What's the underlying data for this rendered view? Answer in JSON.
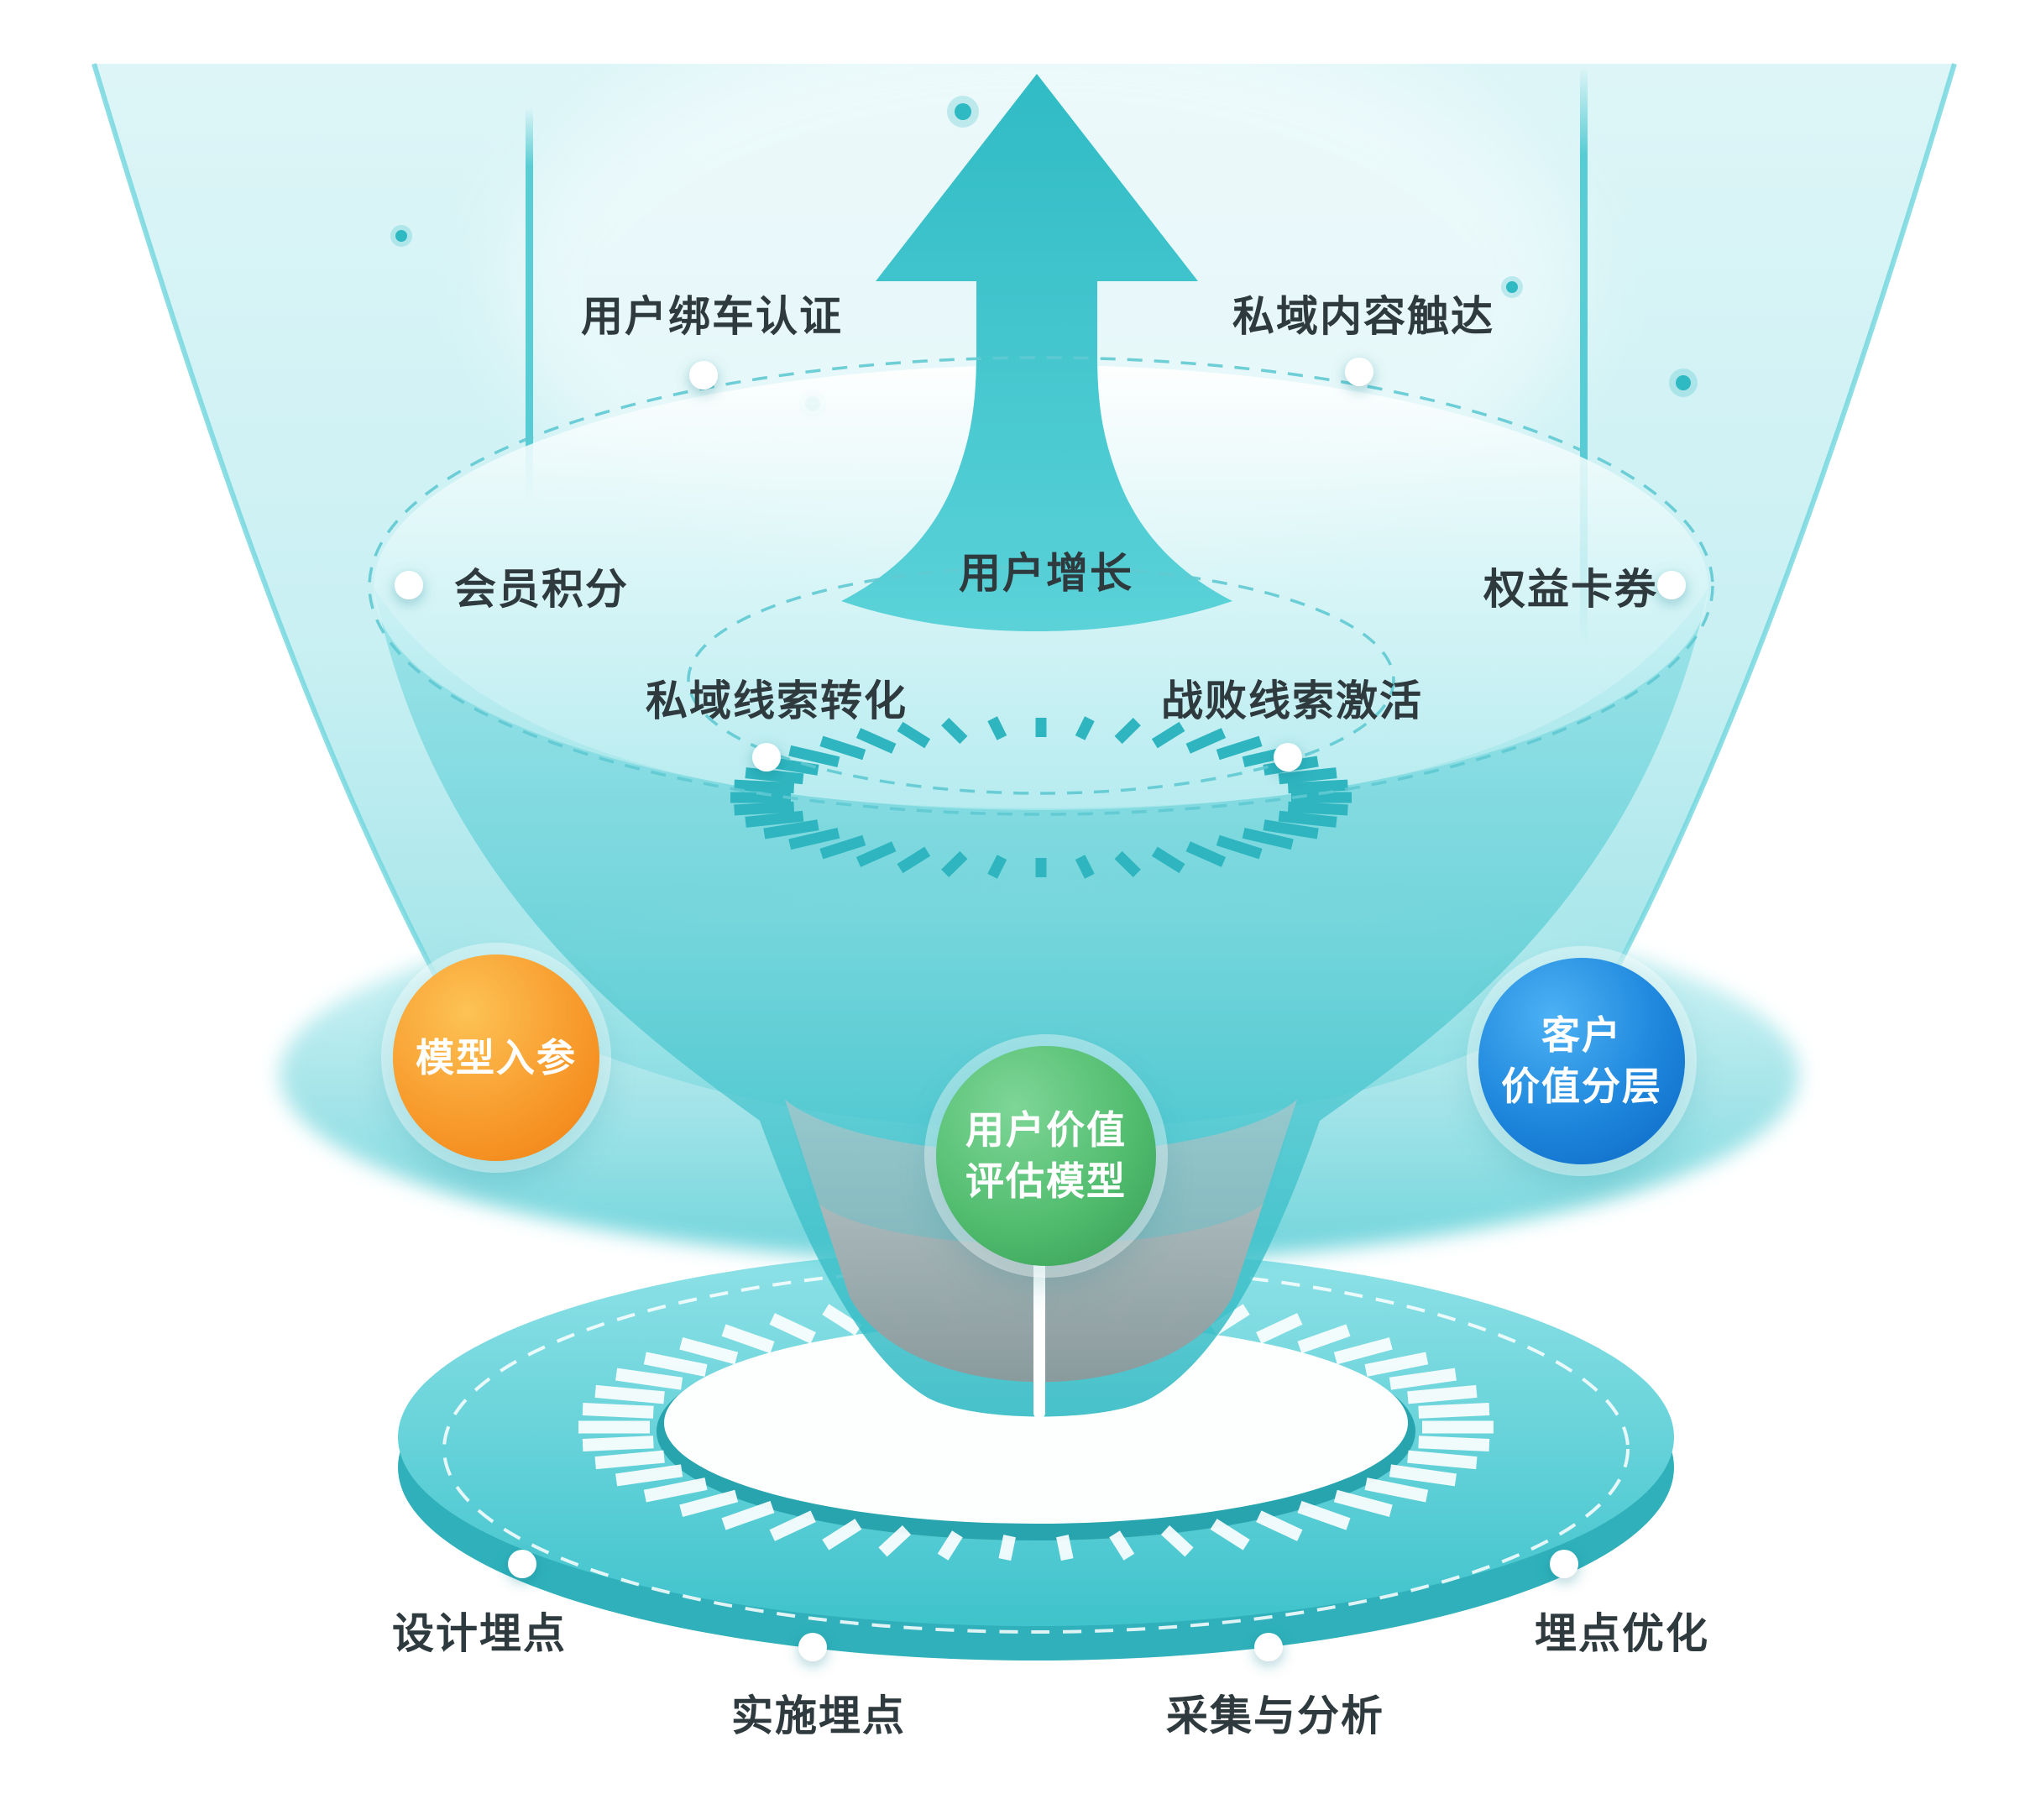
{
  "diagram_type": "user-growth-funnel-infographic",
  "stage_labels": {
    "user_car_auth": "用户绑车认证",
    "private_content_reach": "私域内容触达",
    "member_points": "会员积分",
    "rights_coupons": "权益卡券",
    "user_growth": "用户增长",
    "private_lead_conversion": "私域线索转化",
    "lost_lead_activation": "战败线索激活",
    "design_tracking": "设计埋点",
    "implement_tracking": "实施埋点",
    "collect_and_analyze": "采集与分析",
    "tracking_optimization": "埋点优化"
  },
  "model_circles": {
    "model_input": {
      "label": "模型入参",
      "color": "#F89B2D"
    },
    "user_value_model": {
      "line1": "用户价值",
      "line2": "评估模型",
      "color": "#52BD6F"
    },
    "customer_value_layering": {
      "line1": "客户",
      "line2": "价值分层",
      "color": "#1E86DC"
    }
  },
  "colors": {
    "primary_teal": "#3EC6CE",
    "teal_dark": "#2FB5BF",
    "teal_light": "#B5ECF0",
    "orange": "#F89B2D",
    "green": "#52BD6F",
    "blue": "#1E86DC",
    "label_text": "#2E3A3E",
    "gray_cone": "#9AA0A2",
    "background": "#FFFFFF"
  }
}
